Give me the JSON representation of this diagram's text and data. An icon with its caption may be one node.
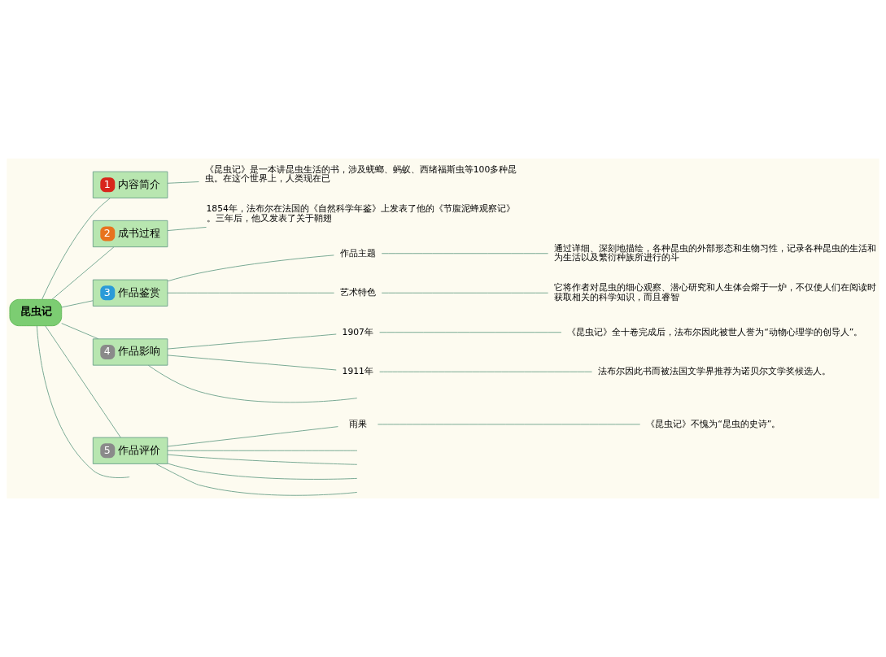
{
  "diagram": {
    "nodes": [
      {
        "text": [
          "昆虫记"
        ]
      },
      {
        "text": [
          "1",
          "内容简介"
        ]
      },
      {
        "text": [
          "《昆虫记》是一本讲昆虫生活的书，涉及蜣螂、蚂蚁、西绪福斯虫等100多种昆虫。在这个世界上，人类现在已"
        ]
      },
      {
        "text": [
          "2",
          "成书过程"
        ]
      },
      {
        "text": [
          "1854年，法布尔在法国的《自然科学年鉴》上发表了他的《节腹泥蜂观察记》。三年后，他又发表了关于鞘翅"
        ]
      },
      {
        "text": [
          "3",
          "作品鉴赏"
        ]
      },
      {
        "text": [
          "作品主题"
        ]
      },
      {
        "text": [
          "通过详细、深刻地描绘，各种昆虫的外部形态和生物习性，记录各种昆虫的生活和为生活以及繁衍种族所进行的斗"
        ]
      },
      {
        "text": [
          "艺术特色"
        ]
      },
      {
        "text": [
          "它将作者对昆虫的细心观察、潜心研究和人生体会熔于一炉，不仅使人们在阅读时获取相关的科学知识，而且睿智"
        ]
      },
      {
        "text": [
          "4",
          "作品影响"
        ]
      },
      {
        "text": [
          "1907年"
        ]
      },
      {
        "text": [
          "《昆虫记》全十卷完成后，法布尔因此被世人誉为“动物心理学的创导人”。"
        ]
      },
      {
        "text": [
          "1911年"
        ]
      },
      {
        "text": [
          "法布尔因此书而被法国文学界推荐为诺贝尔文学奖候选人。"
        ]
      },
      {
        "text": [
          "5",
          "作品评价"
        ]
      },
      {
        "text": [
          "雨果"
        ]
      },
      {
        "text": [
          "《昆虫记》不愧为“昆虫的史诗”。"
        ]
      }
    ],
    "edges": [
      {
        "from": 0,
        "to": 1,
        "arrow": "none"
      },
      {
        "from": 1,
        "to": 2,
        "arrow": "none"
      },
      {
        "from": 0,
        "to": 3,
        "arrow": "none"
      },
      {
        "from": 3,
        "to": 4,
        "arrow": "none"
      },
      {
        "from": 0,
        "to": 5,
        "arrow": "none"
      },
      {
        "from": 5,
        "to": 6,
        "arrow": "none"
      },
      {
        "from": 6,
        "to": 7,
        "arrow": "none"
      },
      {
        "from": 5,
        "to": 8,
        "arrow": "none"
      },
      {
        "from": 8,
        "to": 9,
        "arrow": "none"
      },
      {
        "from": 0,
        "to": 10,
        "arrow": "none"
      },
      {
        "from": 10,
        "to": 11,
        "arrow": "none"
      },
      {
        "from": 11,
        "to": 12,
        "arrow": "none"
      },
      {
        "from": 10,
        "to": 13,
        "arrow": "none"
      },
      {
        "from": 13,
        "to": 14,
        "arrow": "none"
      },
      {
        "from": 10,
        "to": null,
        "arrow": "none"
      },
      {
        "from": 0,
        "to": 15,
        "arrow": "none"
      },
      {
        "from": 15,
        "to": 16,
        "arrow": "none"
      },
      {
        "from": 16,
        "to": 17,
        "arrow": "none"
      },
      {
        "from": 15,
        "to": null,
        "arrow": "none"
      },
      {
        "from": 15,
        "to": null,
        "arrow": "none"
      },
      {
        "from": 15,
        "to": null,
        "arrow": "none"
      },
      {
        "from": 15,
        "to": null,
        "arrow": "none"
      },
      {
        "from": 0,
        "to": null,
        "arrow": "none"
      }
    ]
  }
}
